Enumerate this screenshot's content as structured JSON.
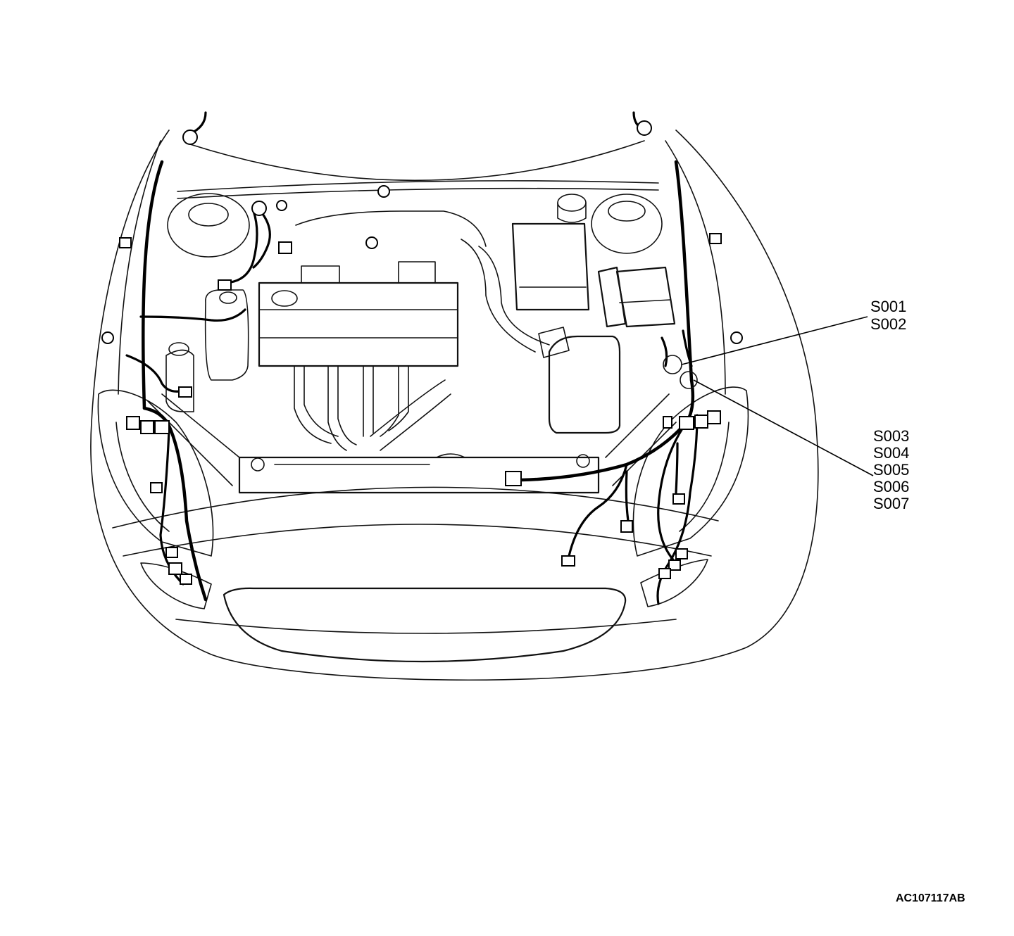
{
  "callouts": {
    "group_upper": [
      "S001",
      "S002"
    ],
    "group_lower": [
      "S003",
      "S004",
      "S005",
      "S006",
      "S007"
    ]
  },
  "figure_id": "AC107117AB"
}
